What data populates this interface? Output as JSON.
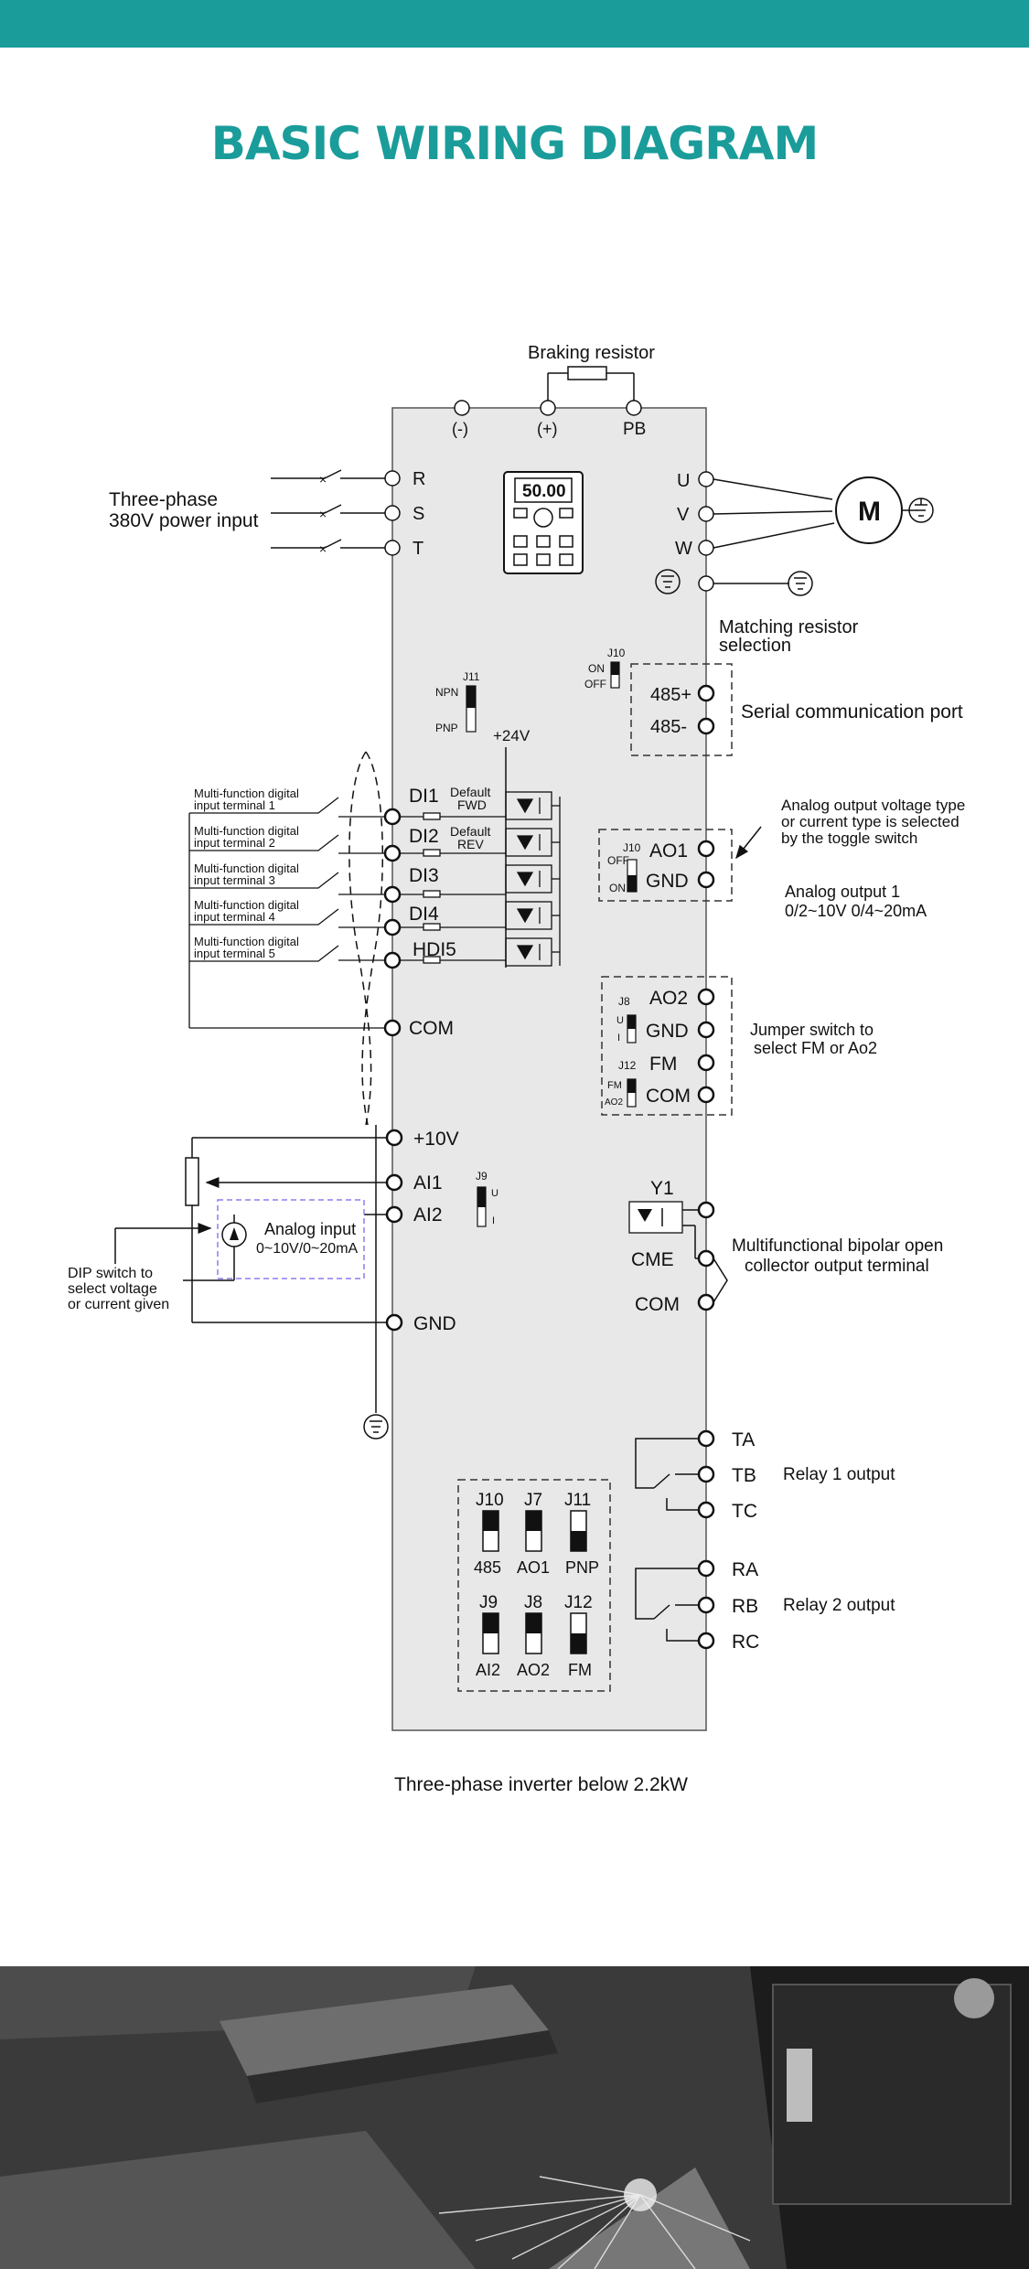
{
  "header": {
    "title": "BASIC WIRING DIAGRAM"
  },
  "diagram": {
    "caption": "Three-phase inverter below 2.2kW",
    "braking_resistor": "Braking resistor",
    "dc_terminals": [
      "(-)",
      "(+)",
      "PB"
    ],
    "power_input": {
      "line1": "Three-phase",
      "line2": "380V power input",
      "terminals": [
        "R",
        "S",
        "T"
      ]
    },
    "motor": {
      "symbol": "M",
      "terminals": [
        "U",
        "V",
        "W"
      ]
    },
    "keypad_display": "50.00",
    "matching_resistor": {
      "line1": "Matching resistor",
      "line2": "selection"
    },
    "j10_switch": {
      "label": "J10",
      "on": "ON",
      "off": "OFF"
    },
    "serial": {
      "t1": "485+",
      "t2": "485-",
      "label": "Serial communication port"
    },
    "j11_switch": {
      "label": "J11",
      "npn": "NPN",
      "pnp": "PNP"
    },
    "supply_24v": "+24V",
    "digital_inputs": [
      {
        "note1": "Multi-function digital",
        "note2": "input terminal 1",
        "terminal": "DI1",
        "def1": "Default",
        "def2": "FWD"
      },
      {
        "note1": "Multi-function digital",
        "note2": "input terminal 2",
        "terminal": "DI2",
        "def1": "Default",
        "def2": "REV"
      },
      {
        "note1": "Multi-function digital",
        "note2": "input terminal 3",
        "terminal": "DI3"
      },
      {
        "note1": "Multi-function digital",
        "note2": "input terminal 4",
        "terminal": "DI4"
      },
      {
        "note1": "Multi-function digital",
        "note2": "input terminal 5",
        "terminal": "HDI5"
      }
    ],
    "com_left": "COM",
    "ao1_group": {
      "j10": "J10",
      "off": "OFF",
      "on": "ON",
      "ao1": "AO1",
      "gnd": "GND"
    },
    "ao_note": {
      "line1": "Analog output voltage type",
      "line2": "or current type is selected",
      "line3": "by the toggle switch"
    },
    "ao1_label": {
      "line1": "Analog output 1",
      "line2": "0/2~10V  0/4~20mA"
    },
    "ao2_group": {
      "j8": "J8",
      "u": "U",
      "i": "I",
      "ao2": "AO2",
      "gnd": "GND",
      "j12": "J12",
      "fm": "FM",
      "fm_sw": "FM",
      "ao2_sw": "AO2",
      "com": "COM"
    },
    "jumper_note": {
      "line1": "Jumper switch to",
      "line2": "select FM or Ao2"
    },
    "analog_in": {
      "p10v": "+10V",
      "ai1": "AI1",
      "ai2": "AI2",
      "gnd": "GND",
      "j9": "J9",
      "u": "U",
      "i": "I",
      "src1": "Analog input",
      "src2": "0~10V/0~20mA"
    },
    "dip_note": {
      "line1": "DIP switch to",
      "line2": "select voltage",
      "line3": "or current given"
    },
    "y1_group": {
      "y1": "Y1",
      "cme": "CME",
      "com": "COM",
      "note1": "Multifunctional bipolar open",
      "note2": "collector output terminal"
    },
    "relay1": {
      "terminals": [
        "TA",
        "TB",
        "TC"
      ],
      "label": "Relay 1 output"
    },
    "relay2": {
      "terminals": [
        "RA",
        "RB",
        "RC"
      ],
      "label": "Relay 2 output"
    },
    "jumper_table": {
      "top": [
        {
          "name": "J10",
          "value": "485"
        },
        {
          "name": "J7",
          "value": "AO1"
        },
        {
          "name": "J11",
          "value": "PNP"
        }
      ],
      "bottom": [
        {
          "name": "J9",
          "value": "AI2"
        },
        {
          "name": "J8",
          "value": "AO2"
        },
        {
          "name": "J12",
          "value": "FM"
        }
      ]
    }
  },
  "colors": {
    "accent": "#1a9c9a",
    "panel": "#e8e8e8",
    "dashed_blue": "#8a7ff0"
  }
}
